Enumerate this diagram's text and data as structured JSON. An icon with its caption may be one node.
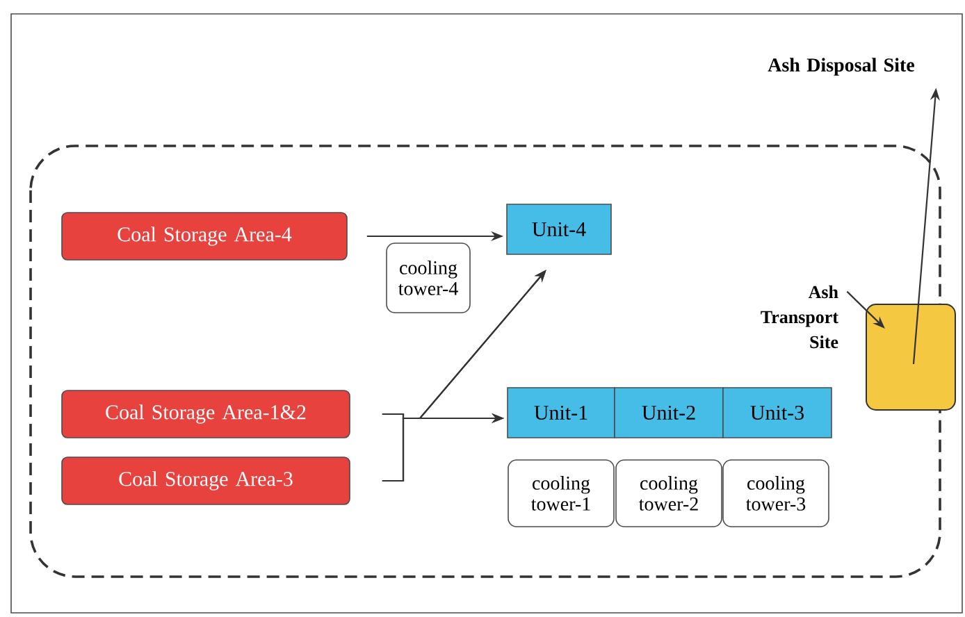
{
  "diagram": {
    "nodes": [
      {
        "text": [
          "Coal Storage Area-4"
        ]
      },
      {
        "text": [
          "Coal Storage Area-1&2"
        ]
      },
      {
        "text": [
          "Coal Storage Area-3"
        ]
      },
      {
        "text": [
          "Unit-4"
        ]
      },
      {
        "text": [
          "cooling tower-4"
        ]
      },
      {
        "text": [
          "Unit-1"
        ]
      },
      {
        "text": [
          "Unit-2"
        ]
      },
      {
        "text": [
          "Unit-3"
        ]
      },
      {
        "text": [
          "cooling tower-1"
        ]
      },
      {
        "text": [
          "cooling tower-2"
        ]
      },
      {
        "text": [
          "cooling tower-3"
        ]
      },
      {
        "text": [],
        "shape": "box"
      },
      {
        "text": [
          "Ash Transport Site"
        ]
      },
      {
        "text": [
          "Ash Disposal Site"
        ]
      }
    ],
    "edges": [
      {
        "from": 0,
        "to": 3,
        "arrow": "to"
      },
      {
        "from": 1,
        "to": 3,
        "arrow": "to"
      },
      {
        "from": 1,
        "to": 5,
        "arrow": "to"
      },
      {
        "from": 2,
        "to": 3,
        "arrow": "to"
      },
      {
        "from": 2,
        "to": 5,
        "arrow": "to"
      },
      {
        "from": 12,
        "to": 11,
        "arrow": "to"
      },
      {
        "from": 11,
        "to": 13,
        "arrow": "to"
      }
    ]
  }
}
